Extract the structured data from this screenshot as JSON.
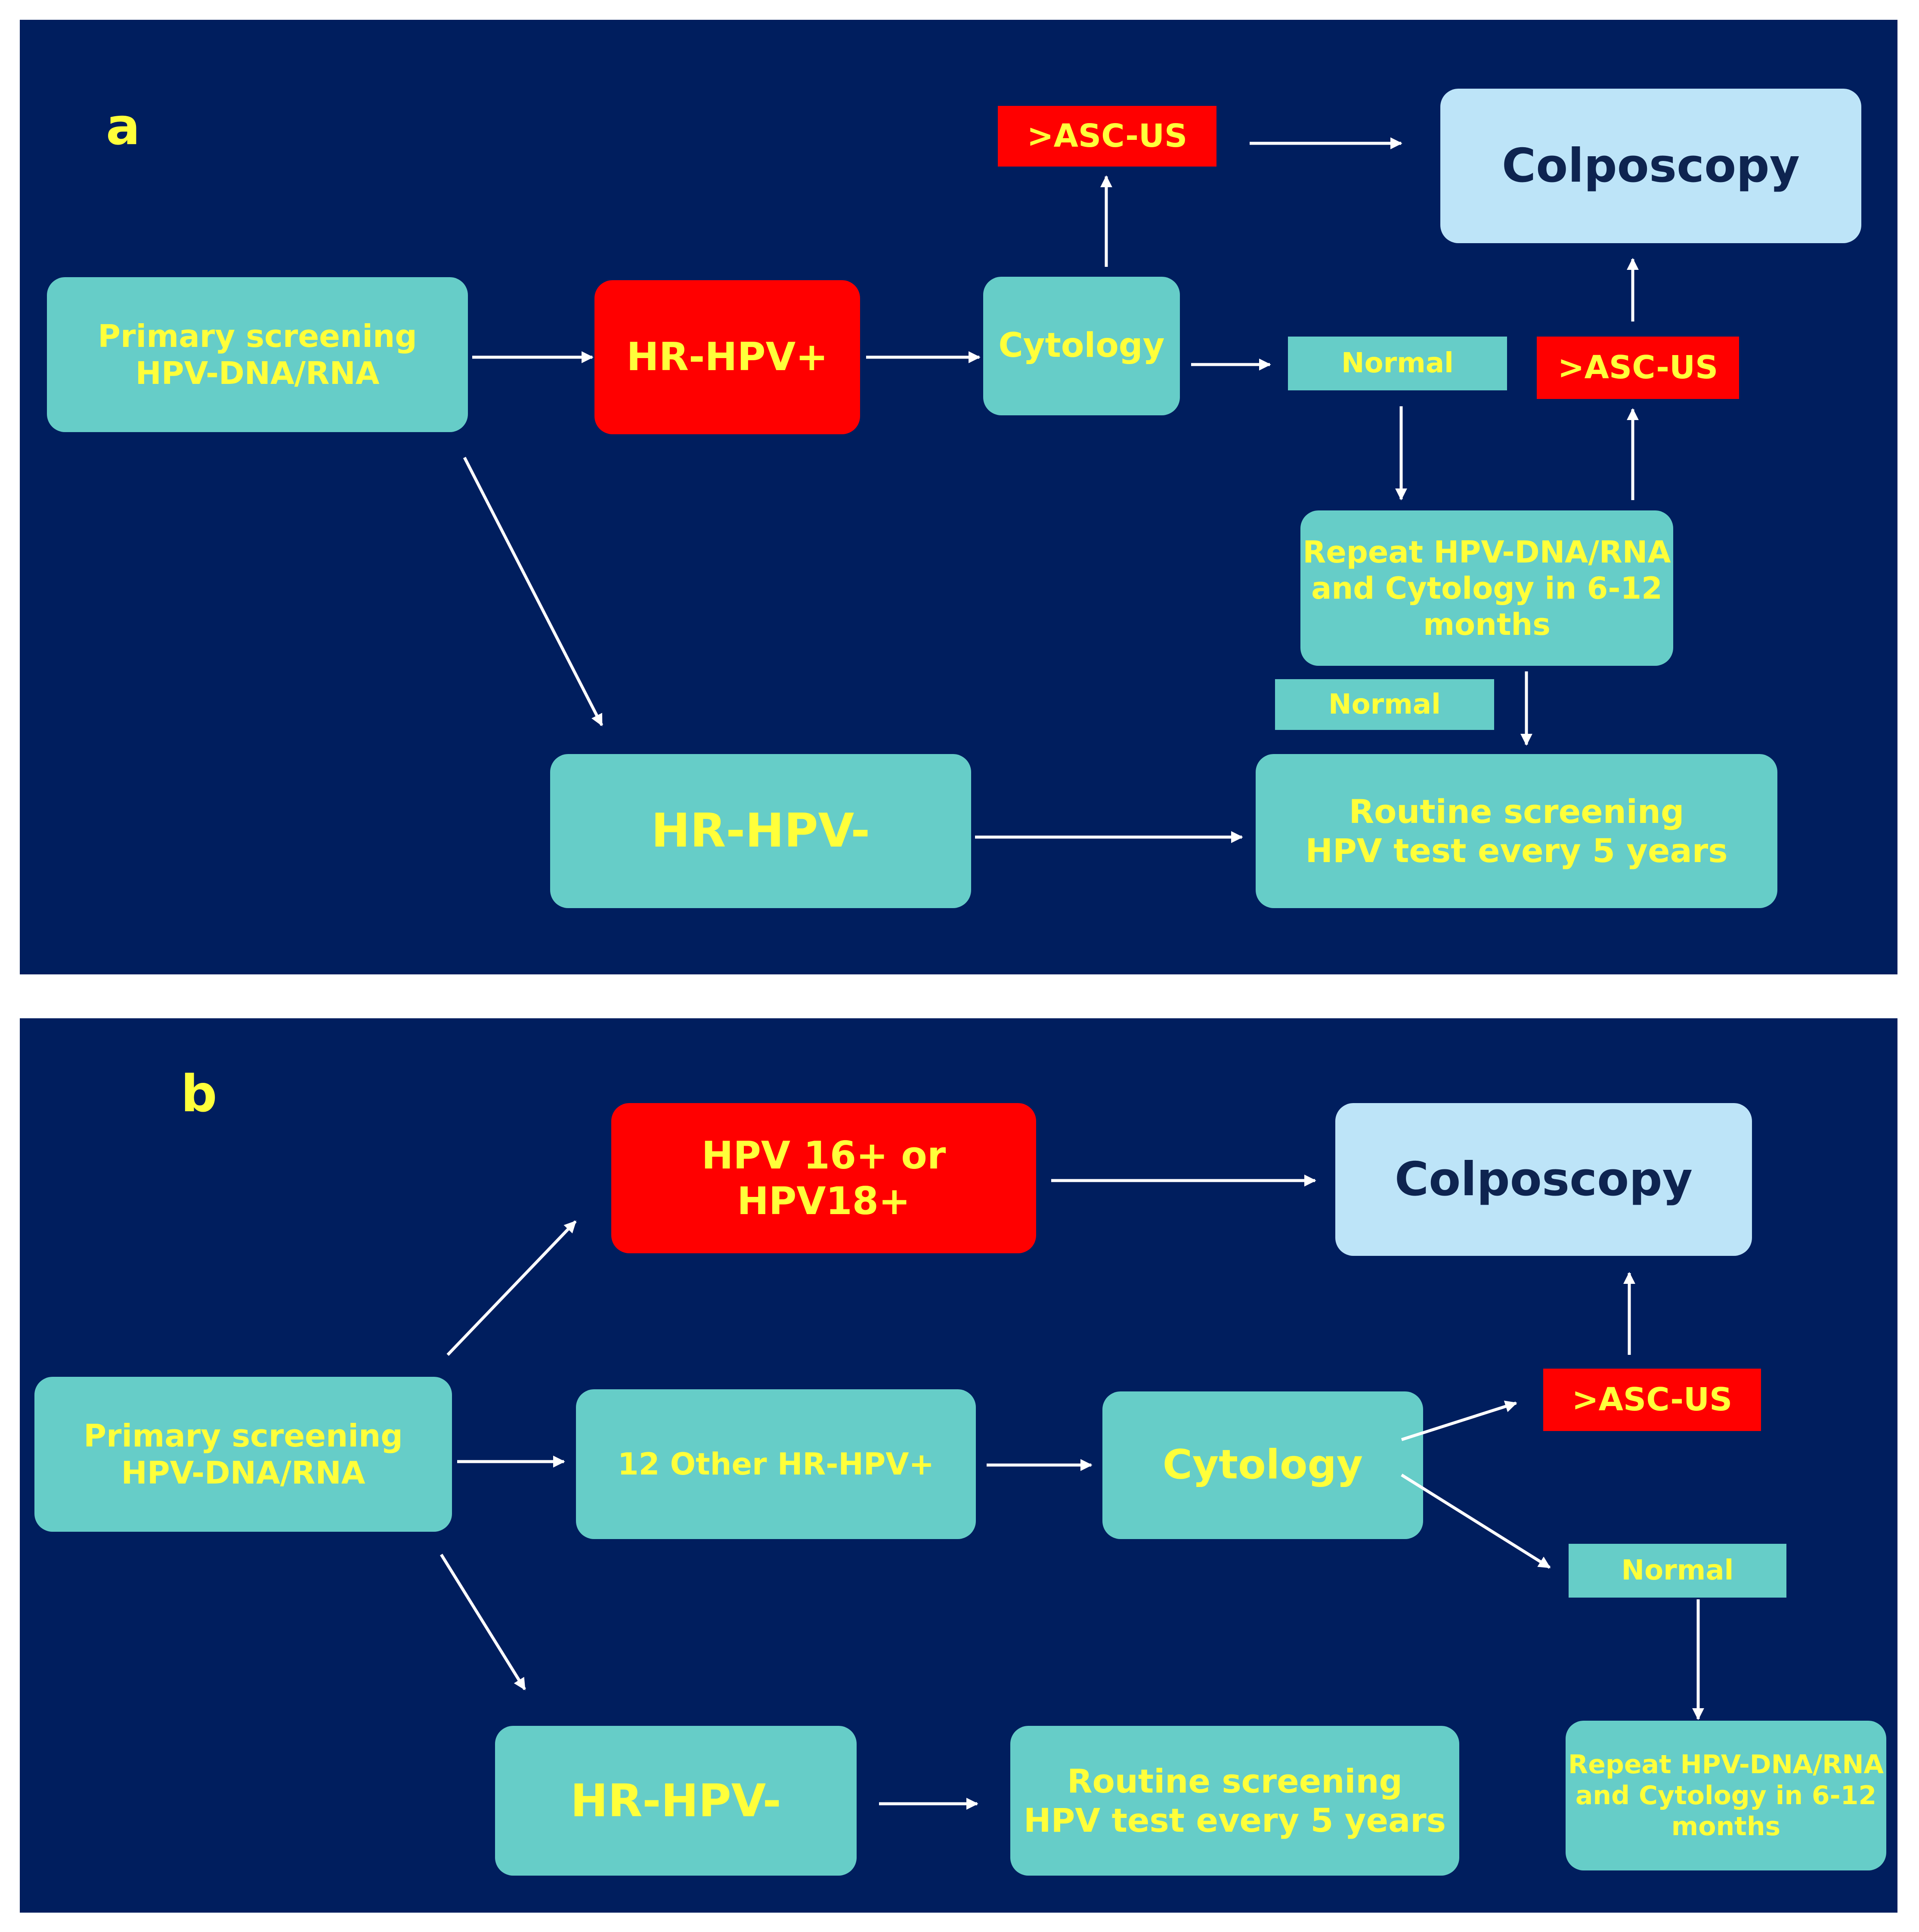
{
  "panel_a": {
    "label": "a",
    "primary": "Primary screening\nHPV-DNA/RNA",
    "hr_pos": "HR-HPV+",
    "cytology": "Cytology",
    "asc_top": ">ASC-US",
    "colposcopy": "Colposcopy",
    "normal_1": "Normal",
    "asc_right": ">ASC-US",
    "repeat": "Repeat HPV-DNA/RNA\nand Cytology in 6-12\nmonths",
    "normal_2": "Normal",
    "hr_neg": "HR-HPV-",
    "routine": "Routine screening\nHPV test every 5 years"
  },
  "panel_b": {
    "label": "b",
    "hpv1618": "HPV 16+ or HPV18+",
    "colposcopy": "Colposcopy",
    "primary": "Primary screening\nHPV-DNA/RNA",
    "other": "12 Other HR-HPV+",
    "cytology": "Cytology",
    "asc": ">ASC-US",
    "normal": "Normal",
    "repeat": "Repeat HPV-DNA/RNA\nand Cytology in 6-12\nmonths",
    "hr_neg": "HR-HPV-",
    "routine": "Routine screening\nHPV test every 5 years"
  },
  "colors": {
    "panel_bg": "#001e5e",
    "box_teal": "#66cdc8",
    "box_red": "#ff0000",
    "box_light": "#bde4f8",
    "text_yellow": "#ffff3a",
    "text_dark": "#0e2450",
    "arrow": "#ffffff"
  }
}
